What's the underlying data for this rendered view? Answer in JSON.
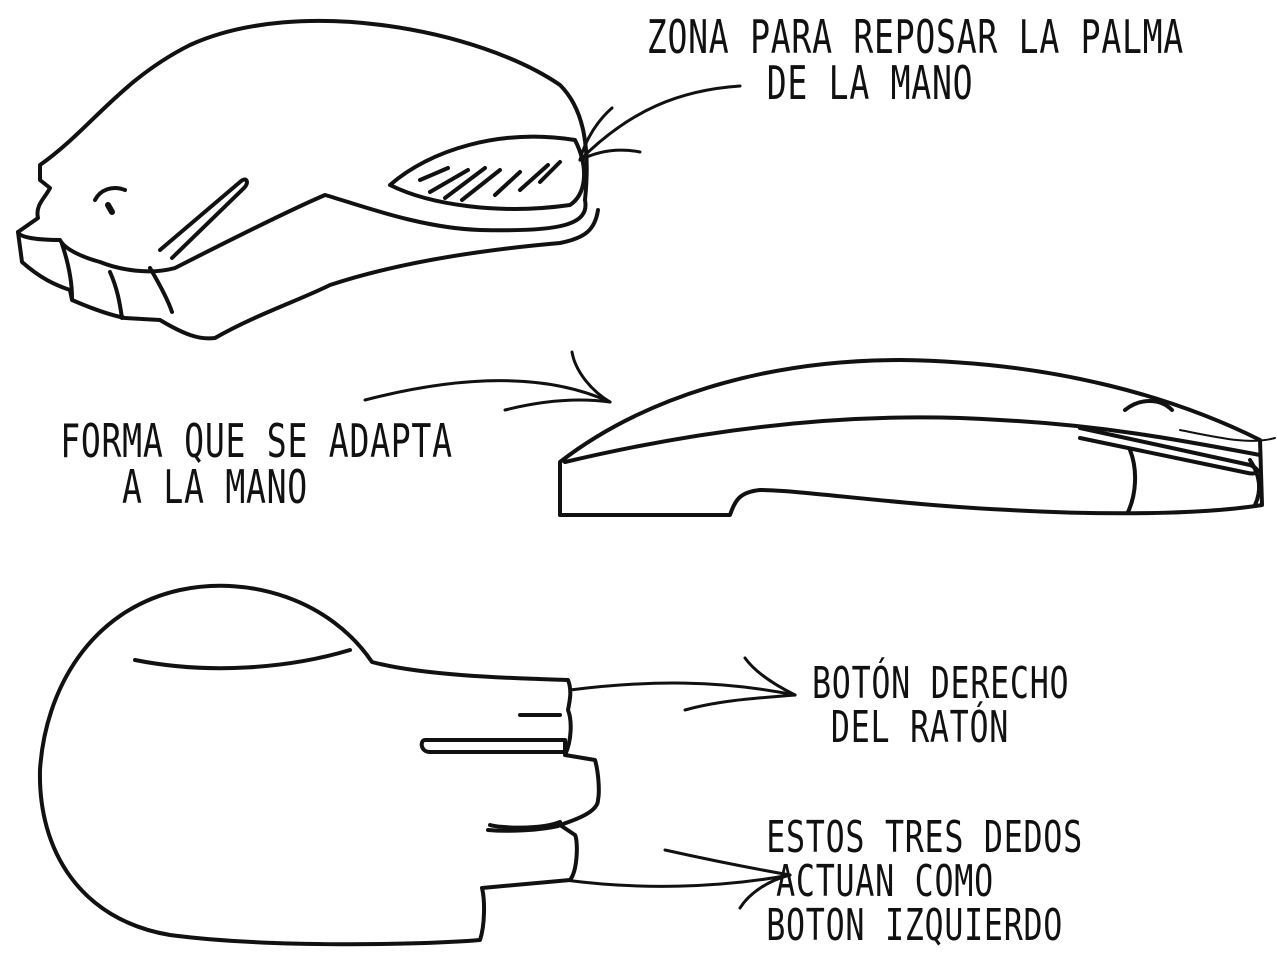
{
  "annotations": {
    "palm_rest": {
      "line1": "ZONA PARA REPOSAR LA PALMA",
      "line2": "DE LA MANO"
    },
    "ergonomic_shape": {
      "line1": "FORMA QUE SE ADAPTA",
      "line2": "A LA MANO"
    },
    "right_button": {
      "line1": "BOTÓN DERECHO",
      "line2": "DEL RATÓN"
    },
    "left_button": {
      "line1": "ESTOS TRES DEDOS",
      "line2": "ACTUAN COMO",
      "line3": "BOTON IZQUIERDO"
    }
  },
  "colors": {
    "ink": "#111111",
    "background": "#ffffff"
  }
}
